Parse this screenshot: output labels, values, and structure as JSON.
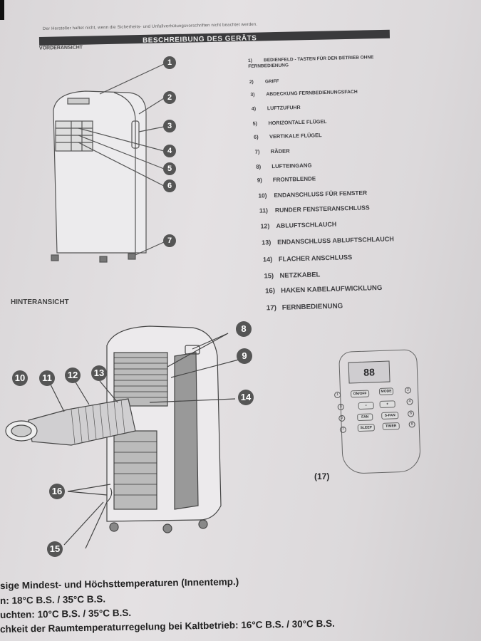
{
  "header": {
    "notice": "Der Hersteller haftet nicht, wenn die Sicherheits- und Unfallverhütungsvorschriften nicht beachtet werden.",
    "title": "BESCHREIBUNG DES GERÄTS",
    "front_view": "VORDERANSICHT",
    "rear_view": "HINTERANSICHT"
  },
  "parts": [
    {
      "n": "1)",
      "label": "BEDIENFELD - TASTEN FÜR DEN BETRIEB OHNE FERNBEDIENUNG"
    },
    {
      "n": "2)",
      "label": "GRIFF"
    },
    {
      "n": "3)",
      "label": "ABDECKUNG FERNBEDIENUNGSFACH"
    },
    {
      "n": "4)",
      "label": "LUFTZUFUHR"
    },
    {
      "n": "5)",
      "label": "HORIZONTALE FLÜGEL"
    },
    {
      "n": "6)",
      "label": "VERTIKALE FLÜGEL"
    },
    {
      "n": "7)",
      "label": "RÄDER"
    },
    {
      "n": "8)",
      "label": "LUFTEINGANG"
    },
    {
      "n": "9)",
      "label": "FRONTBLENDE"
    },
    {
      "n": "10)",
      "label": "ENDANSCHLUSS FÜR FENSTER"
    },
    {
      "n": "11)",
      "label": "RUNDER FENSTERANSCHLUSS"
    },
    {
      "n": "12)",
      "label": "ABLUFTSCHLAUCH"
    },
    {
      "n": "13)",
      "label": "ENDANSCHLUSS ABLUFTSCHLAUCH"
    },
    {
      "n": "14)",
      "label": "FLACHER ANSCHLUSS"
    },
    {
      "n": "15)",
      "label": "NETZKABEL"
    },
    {
      "n": "16)",
      "label": "HAKEN KABELAUFWICKLUNG"
    },
    {
      "n": "17)",
      "label": "FERNBEDIENUNG"
    }
  ],
  "callouts": {
    "c1": "1",
    "c2": "2",
    "c3": "3",
    "c4": "4",
    "c5": "5",
    "c6": "6",
    "c7": "7",
    "c8": "8",
    "c9": "9",
    "c10": "10",
    "c11": "11",
    "c12": "12",
    "c13": "13",
    "c14": "14",
    "c15": "15",
    "c16": "16"
  },
  "remote": {
    "label": "(17)",
    "display": "88",
    "buttons": {
      "onoff": "ON/OFF",
      "mode": "MODE",
      "minus": "−",
      "plus": "+",
      "fan": "FAN",
      "sfan": "S-FAN",
      "sleep": "SLEEP",
      "timer": "TIMER"
    },
    "nums": [
      "1",
      "2",
      "3",
      "4",
      "5",
      "6",
      "7",
      "8"
    ]
  },
  "footer": [
    "sige Mindest- und Höchsttemperaturen (Innentemp.)",
    "n: 18°C B.S. / 35°C B.S.",
    "uchten: 10°C B.S. / 35°C B.S.",
    "chkeit der Raumtemperaturregelung bei Kaltbetrieb: 16°C B.S. / 30°C B.S."
  ]
}
